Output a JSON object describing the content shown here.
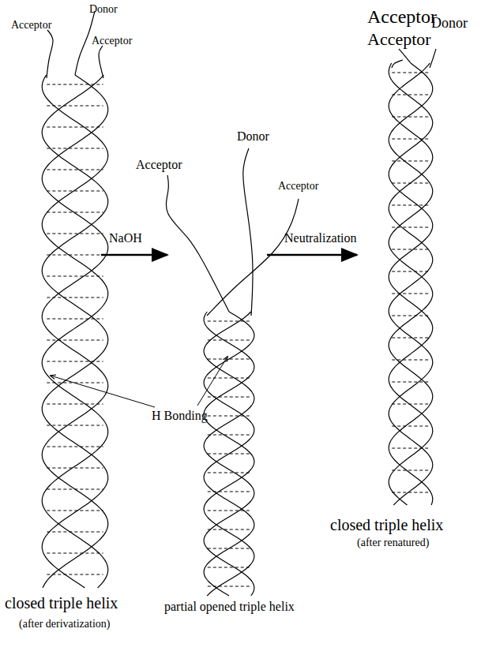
{
  "diagram": {
    "labels": [
      "Donor",
      "Acceptor",
      "Acceptor",
      "NaOH",
      "Donor",
      "Acceptor",
      "Acceptor",
      "Neutralization",
      "Acceptor",
      "Donor",
      "Acceptor",
      "H Bonding",
      "closed triple helix",
      "(after derivatization)",
      "partial opened triple helix",
      "closed triple helix",
      "(after renatured)"
    ]
  }
}
